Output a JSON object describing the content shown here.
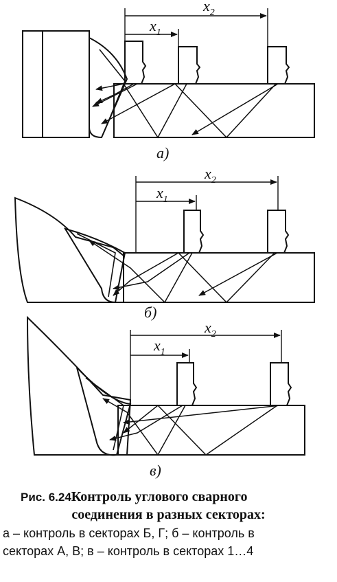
{
  "figure": {
    "panels": [
      {
        "x1": "x",
        "x1_sub": "1",
        "x2": "x",
        "x2_sub": "2",
        "label": "а)"
      },
      {
        "x1": "x",
        "x1_sub": "1",
        "x2": "x",
        "x2_sub": "2",
        "label": "б)"
      },
      {
        "x1": "x",
        "x1_sub": "1",
        "x2": "x",
        "x2_sub": "2",
        "label": "в)"
      }
    ]
  },
  "caption": {
    "label": "Рис. 6.24",
    "title_part1": "Контроль углового сварного",
    "title_part2": "соединения в разных секторах:",
    "desc_line1": "а – контроль в секторах Б, Г; б – контроль в",
    "desc_line2": "секторах А, В; в – контроль в секторах 1…4"
  }
}
